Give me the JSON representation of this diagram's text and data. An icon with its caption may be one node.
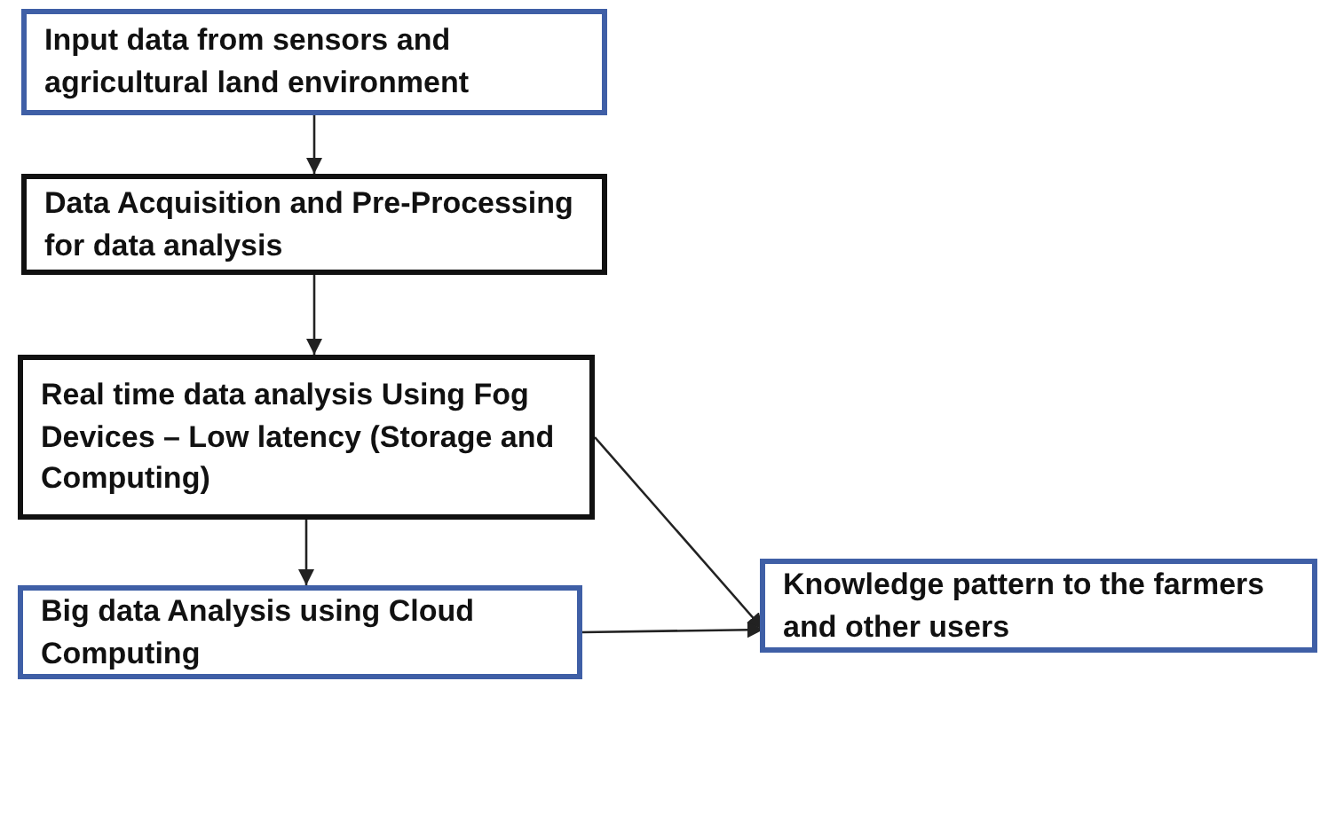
{
  "diagram": {
    "nodes": [
      {
        "text": [
          "Input data from sensors and agricultural land environment"
        ]
      },
      {
        "text": [
          "Data Acquisition and Pre-Processing for data analysis"
        ]
      },
      {
        "text": [
          "Real time data analysis Using Fog Devices – Low latency (Storage and Computing)"
        ]
      },
      {
        "text": [
          "Big data Analysis using Cloud Computing"
        ]
      },
      {
        "text": [
          "Knowledge pattern to the farmers and other users"
        ]
      }
    ],
    "edges": [
      {
        "from": 0,
        "to": 1,
        "arrow": "to"
      },
      {
        "from": 1,
        "to": 2,
        "arrow": "to"
      },
      {
        "from": 2,
        "to": 3,
        "arrow": "to"
      },
      {
        "from": 2,
        "to": 4,
        "arrow": "to"
      },
      {
        "from": 3,
        "to": 4,
        "arrow": "to"
      }
    ]
  }
}
